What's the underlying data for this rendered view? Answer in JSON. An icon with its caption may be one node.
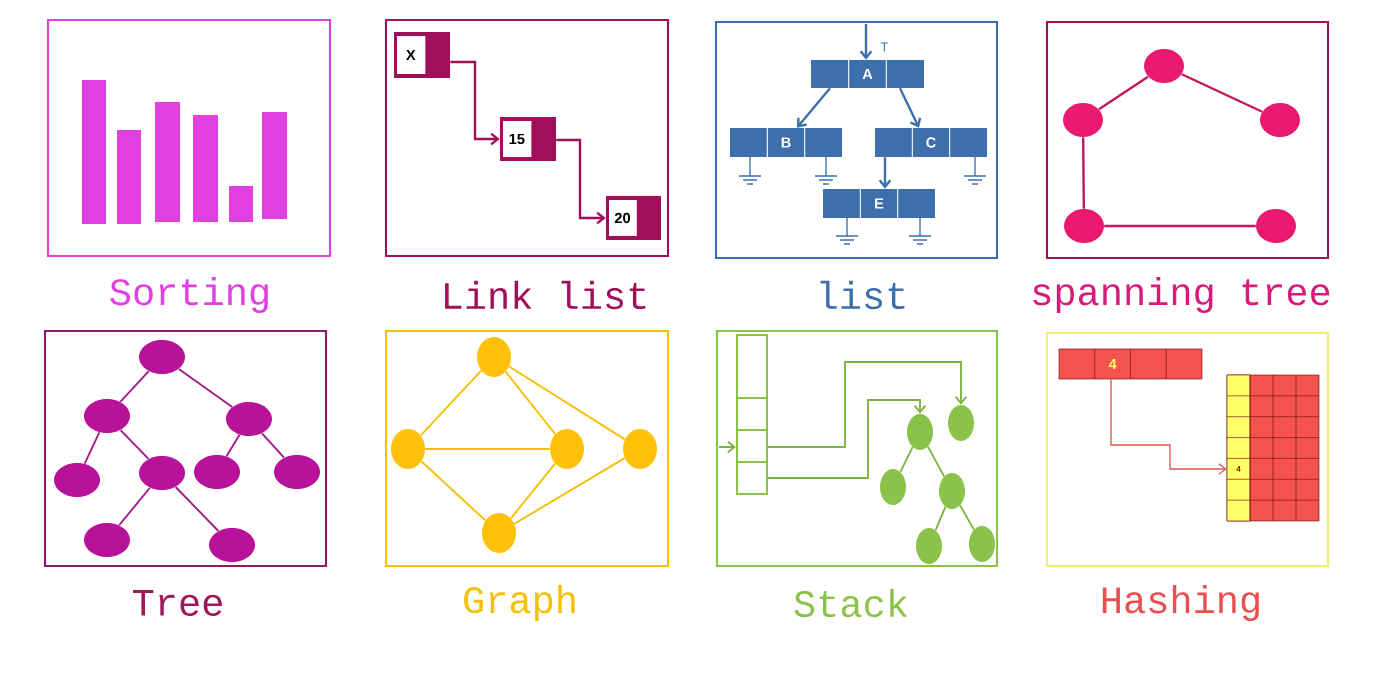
{
  "diagram": {
    "nodes": [
      {
        "text": [
          "Sorting"
        ]
      },
      {
        "text": [
          "Link list"
        ]
      },
      {
        "text": [
          "X"
        ],
        "in": 1
      },
      {
        "text": [
          "15"
        ],
        "in": 1
      },
      {
        "text": [
          "20"
        ],
        "in": 1
      },
      {
        "text": [
          "list"
        ]
      },
      {
        "text": [
          "A"
        ],
        "in": 5,
        "beside": [
          "T"
        ]
      },
      {
        "text": [
          "B"
        ],
        "in": 5
      },
      {
        "text": [
          "C"
        ],
        "in": 5
      },
      {
        "text": [
          "E"
        ],
        "in": 5
      },
      {
        "text": [
          "spanning tree"
        ]
      },
      {
        "text": [],
        "shape": "ellipse",
        "in": 10
      },
      {
        "text": [],
        "shape": "ellipse",
        "in": 10
      },
      {
        "text": [],
        "shape": "ellipse",
        "in": 10
      },
      {
        "text": [],
        "shape": "ellipse",
        "in": 10
      },
      {
        "text": [],
        "shape": "ellipse",
        "in": 10
      },
      {
        "text": [
          "Tree"
        ]
      },
      {
        "text": [],
        "shape": "ellipse",
        "in": 16
      },
      {
        "text": [],
        "shape": "ellipse",
        "in": 16
      },
      {
        "text": [],
        "shape": "ellipse",
        "in": 16
      },
      {
        "text": [],
        "shape": "ellipse",
        "in": 16
      },
      {
        "text": [],
        "shape": "ellipse",
        "in": 16
      },
      {
        "text": [],
        "shape": "ellipse",
        "in": 16
      },
      {
        "text": [],
        "shape": "ellipse",
        "in": 16
      },
      {
        "text": [],
        "shape": "ellipse",
        "in": 16
      },
      {
        "text": [],
        "shape": "ellipse",
        "in": 16
      },
      {
        "text": [
          "Graph"
        ]
      },
      {
        "text": [],
        "shape": "ellipse",
        "in": 26
      },
      {
        "text": [],
        "shape": "ellipse",
        "in": 26
      },
      {
        "text": [],
        "shape": "ellipse",
        "in": 26
      },
      {
        "text": [],
        "shape": "ellipse",
        "in": 26
      },
      {
        "text": [],
        "shape": "ellipse",
        "in": 26
      },
      {
        "text": [
          "Stack"
        ]
      },
      {
        "text": [],
        "shape": "box",
        "in": 32
      },
      {
        "text": [],
        "shape": "ellipse",
        "in": 32
      },
      {
        "text": [],
        "shape": "ellipse",
        "in": 32
      },
      {
        "text": [],
        "shape": "ellipse",
        "in": 32
      },
      {
        "text": [],
        "shape": "ellipse",
        "in": 32
      },
      {
        "text": [],
        "shape": "ellipse",
        "in": 32
      },
      {
        "text": [],
        "shape": "ellipse",
        "in": 32
      },
      {
        "text": [
          "Hashing"
        ]
      },
      {
        "text": [
          "4"
        ],
        "in": 40
      },
      {
        "text": [
          "4"
        ],
        "in": 40
      }
    ],
    "edges": [
      {
        "from": 2,
        "to": 3,
        "arrow": "to",
        "color": "#a0105a"
      },
      {
        "from": 3,
        "to": 4,
        "arrow": "to",
        "color": "#a0105a"
      },
      {
        "from": null,
        "to": 6,
        "arrow": "to",
        "color": "#3d6fad"
      },
      {
        "from": 6,
        "to": 7,
        "arrow": "to",
        "color": "#3d6fad"
      },
      {
        "from": 6,
        "to": 8,
        "arrow": "to",
        "color": "#3d6fad"
      },
      {
        "from": 8,
        "to": 9,
        "arrow": "to",
        "color": "#3d6fad"
      },
      {
        "from": 11,
        "to": 12,
        "arrow": "none",
        "color": "#c2185b"
      },
      {
        "from": 11,
        "to": 13,
        "arrow": "none",
        "color": "#c2185b"
      },
      {
        "from": 12,
        "to": 14,
        "arrow": "none",
        "color": "#c2185b"
      },
      {
        "from": 14,
        "to": 15,
        "arrow": "none",
        "color": "#c2185b"
      },
      {
        "from": 17,
        "to": 18,
        "arrow": "none",
        "color": "#a0188a"
      },
      {
        "from": 17,
        "to": 19,
        "arrow": "none",
        "color": "#a0188a"
      },
      {
        "from": 18,
        "to": 20,
        "arrow": "none",
        "color": "#a0188a"
      },
      {
        "from": 18,
        "to": 21,
        "arrow": "none",
        "color": "#a0188a"
      },
      {
        "from": 19,
        "to": 22,
        "arrow": "none",
        "color": "#a0188a"
      },
      {
        "from": 19,
        "to": 23,
        "arrow": "none",
        "color": "#a0188a"
      },
      {
        "from": 21,
        "to": 24,
        "arrow": "none",
        "color": "#a0188a"
      },
      {
        "from": 21,
        "to": 25,
        "arrow": "none",
        "color": "#a0188a"
      },
      {
        "from": 27,
        "to": 28,
        "arrow": "none",
        "color": "#f5c000"
      },
      {
        "from": 27,
        "to": 29,
        "arrow": "none",
        "color": "#f5c000"
      },
      {
        "from": 27,
        "to": 30,
        "arrow": "none",
        "color": "#f5c000"
      },
      {
        "from": 28,
        "to": 29,
        "arrow": "none",
        "color": "#f5c000"
      },
      {
        "from": 28,
        "to": 31,
        "arrow": "none",
        "color": "#f5c000"
      },
      {
        "from": 29,
        "to": 31,
        "arrow": "none",
        "color": "#f5c000"
      },
      {
        "from": 30,
        "to": 31,
        "arrow": "none",
        "color": "#f5c000"
      },
      {
        "from": null,
        "to": 33,
        "arrow": "to",
        "color": "#7cb342"
      },
      {
        "from": 33,
        "to": 35,
        "arrow": "to",
        "color": "#7cb342"
      },
      {
        "from": 33,
        "to": 34,
        "arrow": "to",
        "color": "#7cb342"
      },
      {
        "from": 34,
        "to": 36,
        "arrow": "none",
        "color": "#7cb342"
      },
      {
        "from": 34,
        "to": 37,
        "arrow": "none",
        "color": "#7cb342"
      },
      {
        "from": 37,
        "to": 38,
        "arrow": "none",
        "color": "#7cb342"
      },
      {
        "from": 37,
        "to": 39,
        "arrow": "none",
        "color": "#7cb342"
      },
      {
        "from": 41,
        "to": 42,
        "arrow": "to",
        "color": "#d9534f"
      }
    ]
  }
}
